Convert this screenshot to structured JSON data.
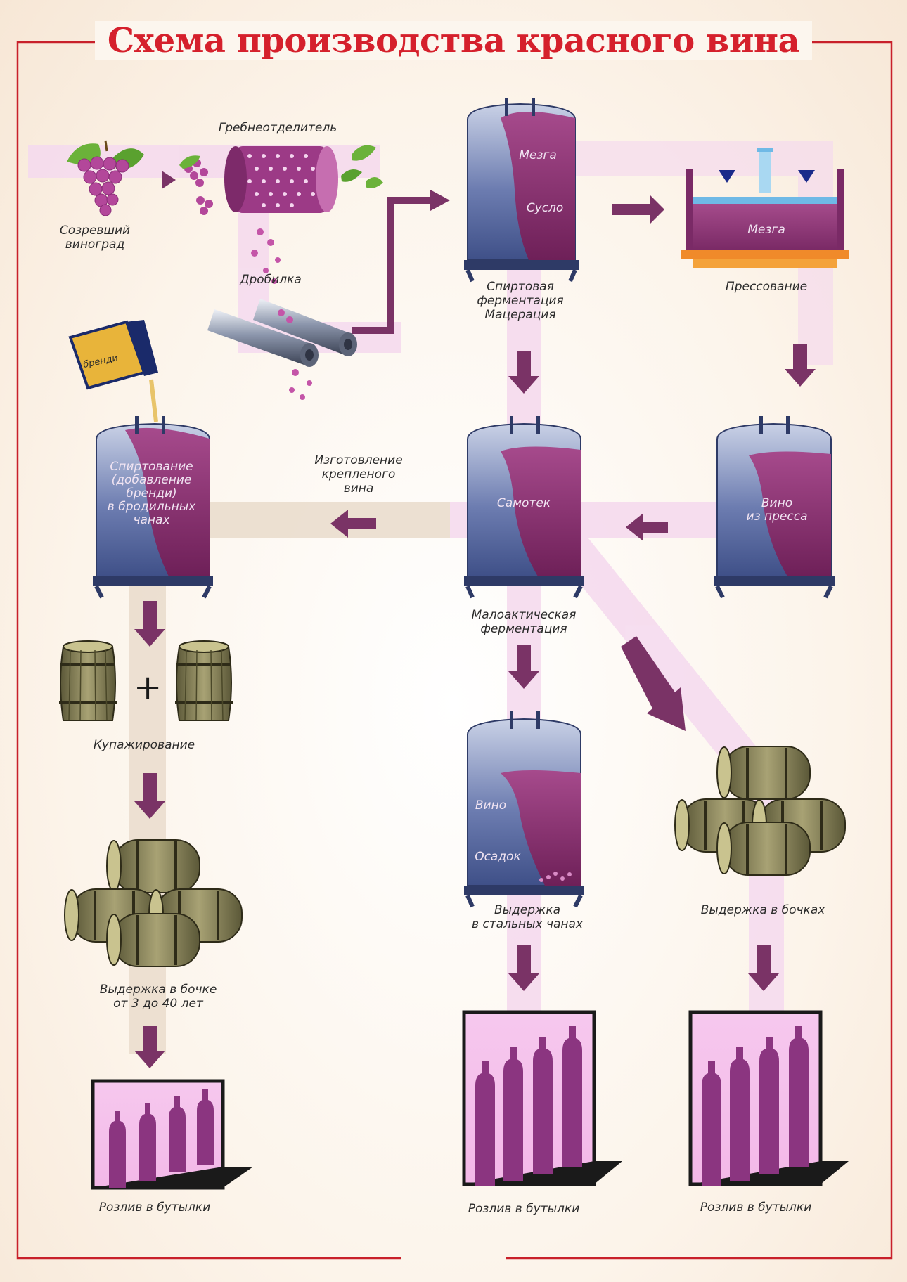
{
  "title": "Схема производства красного вина",
  "labels": {
    "ripe_grapes": "Созревший\nвиноград",
    "destemmer": "Гребнеотделитель",
    "crusher": "Дробилка",
    "fermentation": "Спиртовая\nферментация\nМацерация",
    "pressing": "Прессование",
    "fortification": "Спиртование\n(добавление\nбренди)\nв бродильных\nчанах",
    "fortified_wine": "Изготовление\nкрепленого\nвина",
    "malolactic": "Малоактическая\nферментация",
    "blending": "Купажирование",
    "aging_barrel_years": "Выдержка в бочке\nот 3 до 40 лет",
    "aging_steel": "Выдержка\nв стальных чанах",
    "aging_barrels": "Выдержка в бочках",
    "bottling_left": "Розлив в бутылки",
    "bottling_middle": "Розлив в бутылки",
    "bottling_right": "Розлив в бутылки"
  },
  "inner_labels": {
    "pomace": "Мезга",
    "must": "Сусло",
    "press_pomace": "Мезга",
    "free_run": "Самотек",
    "press_wine": "Вино\nиз пресса",
    "wine": "Вино",
    "sediment": "Осадок",
    "brandy": "бренди"
  },
  "plus_sign": "+",
  "colors": {
    "title": "#d5202c",
    "frame": "#c8202a",
    "wine": "#8b2c6e",
    "arrow": "#7a3366",
    "flow_pink": "#f5d9ee",
    "flow_tan": "#eadccc",
    "tank_blue": "#46588e",
    "barrel": "#8f8a5e"
  }
}
